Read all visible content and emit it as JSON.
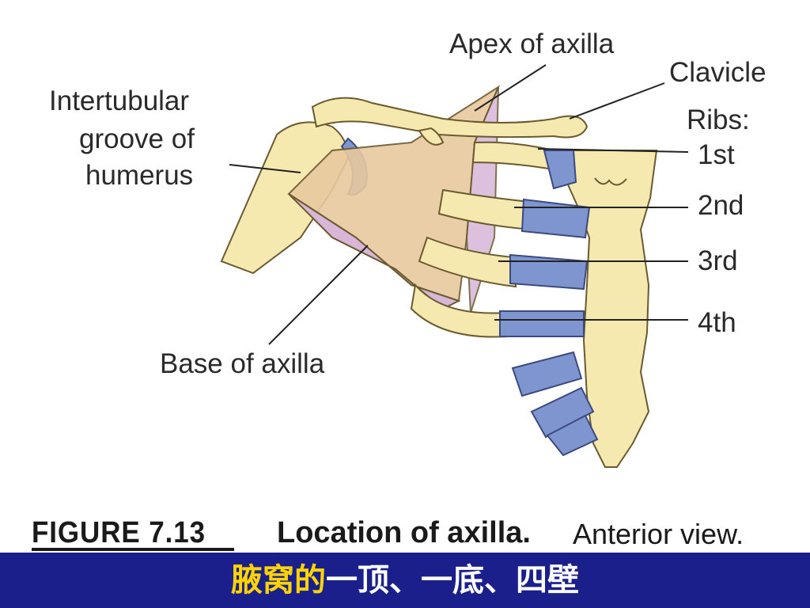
{
  "labels": {
    "apex": "Apex of axilla",
    "clavicle": "Clavicle",
    "intertubular": [
      "Intertubular",
      "groove of",
      "humerus"
    ],
    "ribs": "Ribs:",
    "rib1": "1st",
    "rib2": "2nd",
    "rib3": "3rd",
    "rib4": "4th",
    "base": "Base of axilla"
  },
  "caption": {
    "figure": "FIGURE 7.13",
    "title": "Location of axilla.",
    "description": "Anterior view."
  },
  "banner": {
    "highlight": "腋窝的",
    "text": "一顶、一底、四壁"
  },
  "colors": {
    "bone": "#f5e9b0",
    "cartilage": "#7f95cf",
    "axilla_fill": "#e8c99e",
    "axilla_base": "#d8b6d8",
    "banner_bg": "#1a1f8c",
    "banner_highlight": "#ffd400"
  }
}
